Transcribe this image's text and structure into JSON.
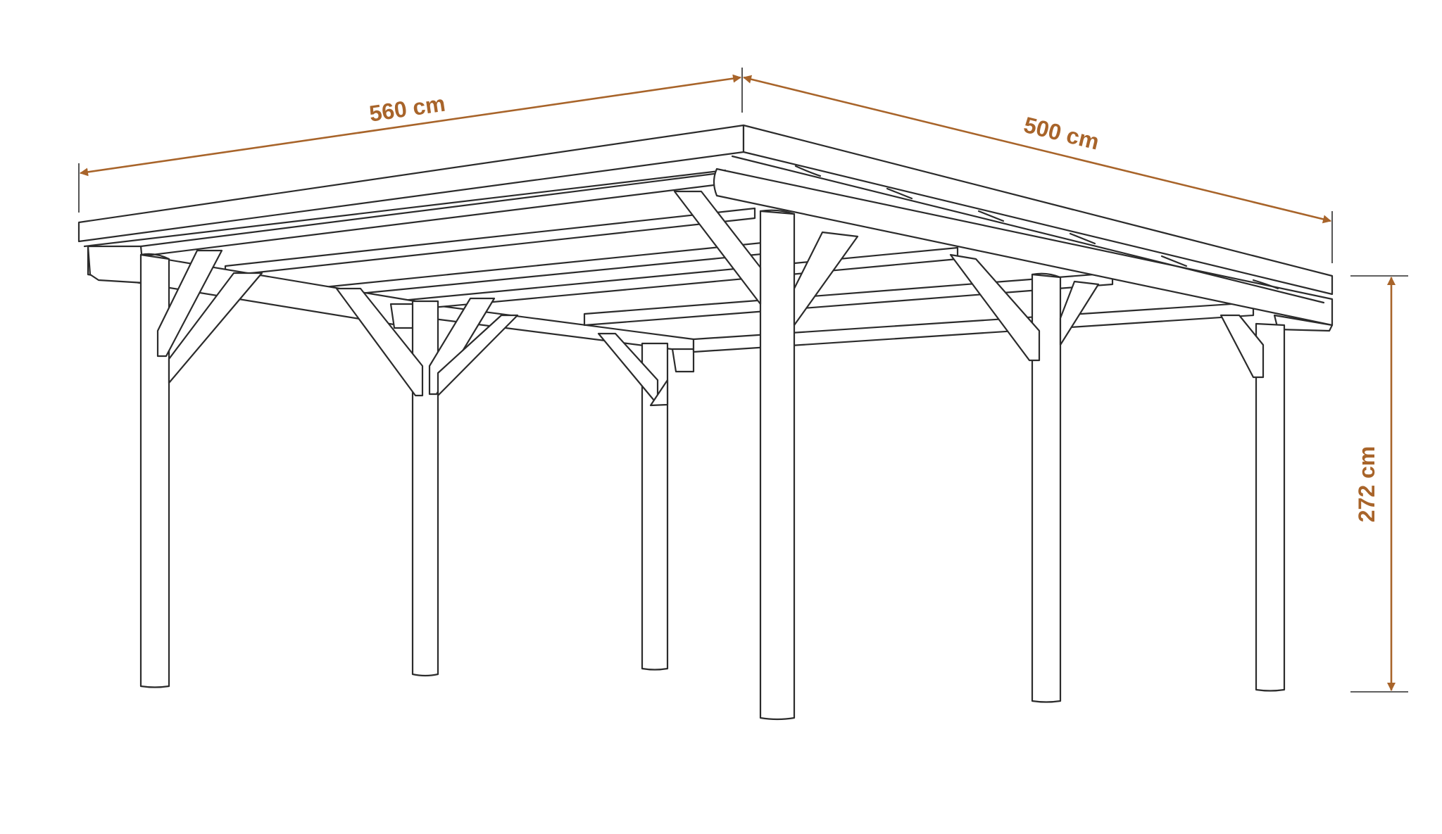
{
  "dimensions": {
    "length_label": "560 cm",
    "depth_label": "500 cm",
    "height_label": "272 cm"
  },
  "colors": {
    "dimension": "#a8642a",
    "outline": "#2b2b2b",
    "background": "#ffffff"
  }
}
